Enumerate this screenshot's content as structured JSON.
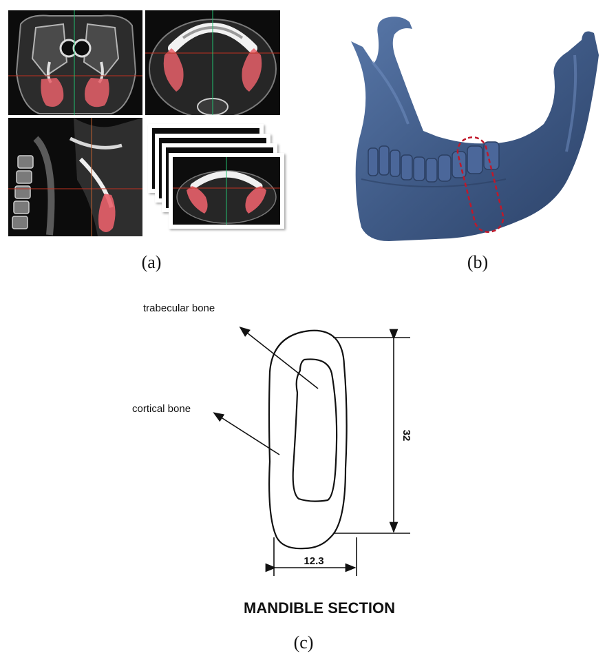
{
  "figure": {
    "panel_a": {
      "label": "(a)"
    },
    "panel_b": {
      "label": "(b)"
    },
    "panel_c": {
      "label": "(c)",
      "annotations": {
        "trabecular": "trabecular bone",
        "cortical": "cortical bone"
      },
      "dimensions": {
        "height": "32",
        "width": "12.3"
      },
      "caption": "MANDIBLE SECTION"
    }
  },
  "colors": {
    "ct_background": "#0c0c0c",
    "segmentation_highlight": "#e8606a",
    "mandible_model": "#3f5a86",
    "region_marker": "#c0182a",
    "line_art": "#111111"
  }
}
